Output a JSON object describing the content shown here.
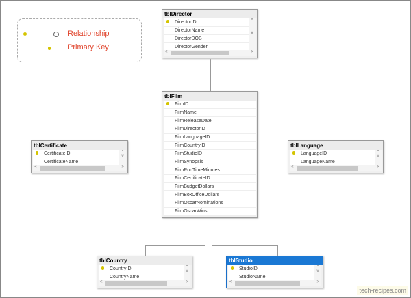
{
  "legend": {
    "relationship": "Relationship",
    "primary_key": "Primary Key"
  },
  "tables": {
    "director": {
      "name": "tblDirector",
      "columns": [
        "DirectorID",
        "DirectorName",
        "DirectorDOB",
        "DirectorGender"
      ]
    },
    "film": {
      "name": "tblFilm",
      "columns": [
        "FilmID",
        "FilmName",
        "FilmReleaseDate",
        "FilmDirectorID",
        "FilmLanguageID",
        "FilmCountryID",
        "FilmStudioID",
        "FilmSynopsis",
        "FilmRunTimeMinutes",
        "FilmCertificateID",
        "FilmBudgetDollars",
        "FilmBoxOfficeDollars",
        "FilmOscarNominations",
        "FilmOscarWins"
      ]
    },
    "certificate": {
      "name": "tblCertificate",
      "columns": [
        "CertificateID",
        "CertificateName"
      ]
    },
    "language": {
      "name": "tblLanguage",
      "columns": [
        "LanguageID",
        "LanguageName"
      ]
    },
    "country": {
      "name": "tblCountry",
      "columns": [
        "CountryID",
        "CountryName"
      ]
    },
    "studio": {
      "name": "tblStudio",
      "columns": [
        "StudioID",
        "StudioName"
      ],
      "selected": true
    }
  },
  "watermark": "tech-recipes.com"
}
